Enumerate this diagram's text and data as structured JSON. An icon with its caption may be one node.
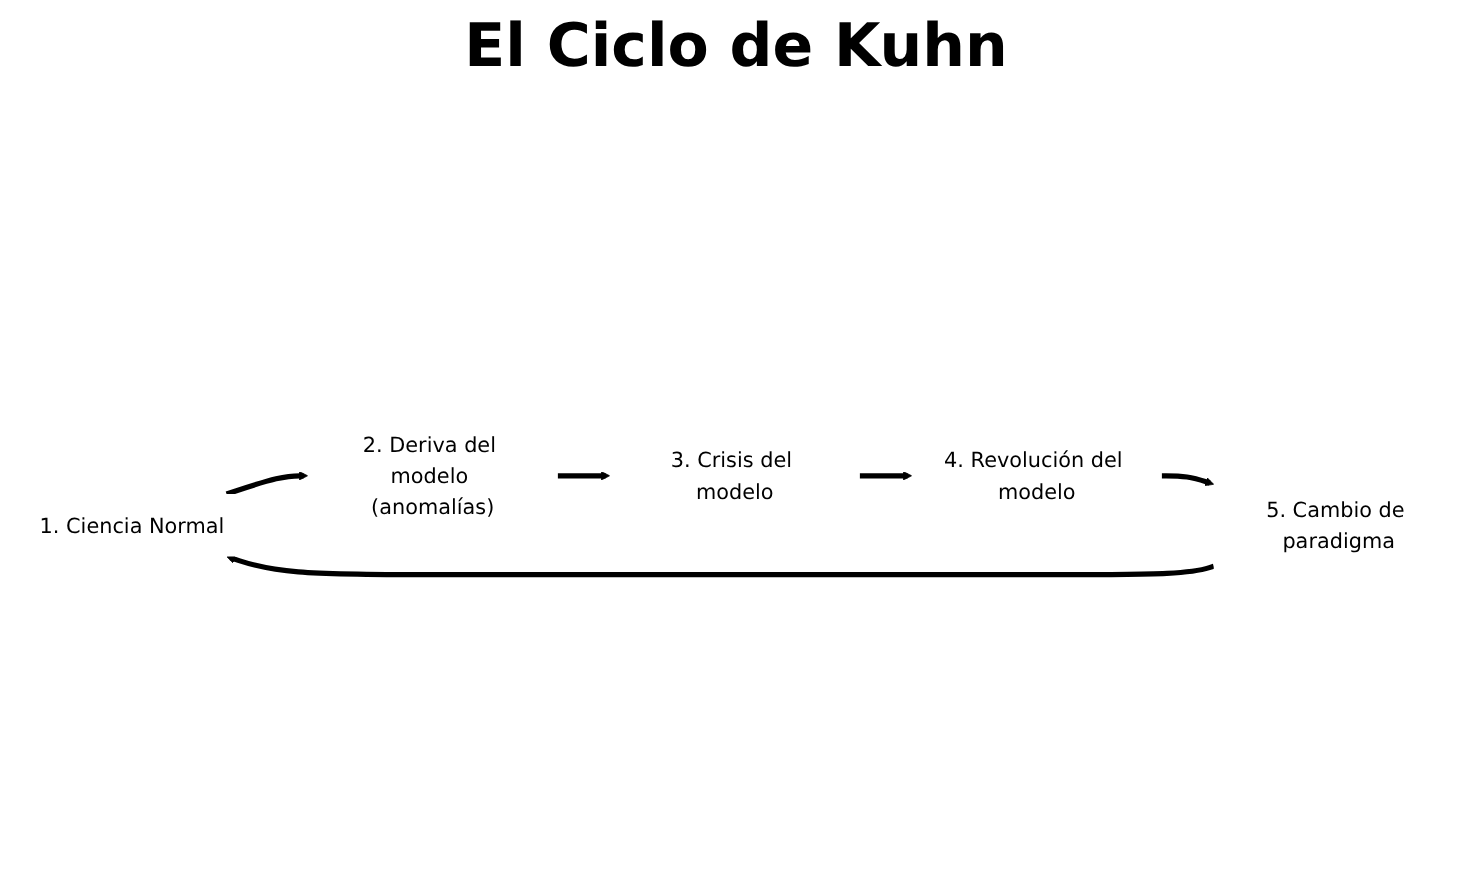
{
  "diagram": {
    "title": "El Ciclo de Kuhn",
    "nodes": [
      {
        "text": [
          "1. Ciencia Normal"
        ]
      },
      {
        "text": [
          "2. Deriva del modelo (anomalías)"
        ]
      },
      {
        "text": [
          "3. Crisis del modelo"
        ]
      },
      {
        "text": [
          "4. Revolución del modelo"
        ]
      },
      {
        "text": [
          "5. Cambio de paradigma"
        ]
      }
    ],
    "edges": [
      {
        "from": 4,
        "to": 0,
        "arrow": "to"
      },
      {
        "from": 0,
        "to": 1,
        "arrow": "to"
      },
      {
        "from": 1,
        "to": 2,
        "arrow": "to"
      },
      {
        "from": 2,
        "to": 3,
        "arrow": "to"
      },
      {
        "from": 3,
        "to": 4,
        "arrow": "to"
      }
    ]
  }
}
